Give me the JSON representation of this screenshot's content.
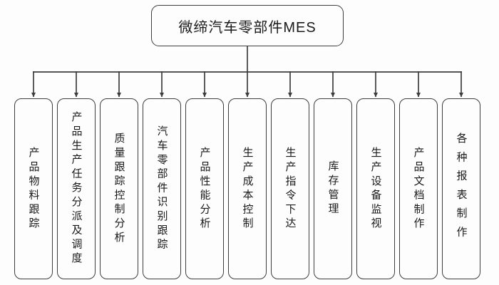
{
  "diagram": {
    "root": {
      "label": "微缔汽车零部件MES"
    },
    "modules": [
      {
        "label": "产品物料跟踪"
      },
      {
        "label": "产品生产任务分派及调度"
      },
      {
        "label": "质量跟踪控制分析"
      },
      {
        "label": "汽车零部件识别跟踪"
      },
      {
        "label": "产品性能分析"
      },
      {
        "label": "生产成本控制"
      },
      {
        "label": "生产指令下达"
      },
      {
        "label": "库存管理"
      },
      {
        "label": "生产设备监视"
      },
      {
        "label": "产品文档制作"
      },
      {
        "label": "各种报表制作"
      }
    ],
    "colors": {
      "line": "#3d3d3d",
      "border": "#3d3d3d",
      "text": "#1a1a1a",
      "background": "#fdfdfd"
    }
  }
}
